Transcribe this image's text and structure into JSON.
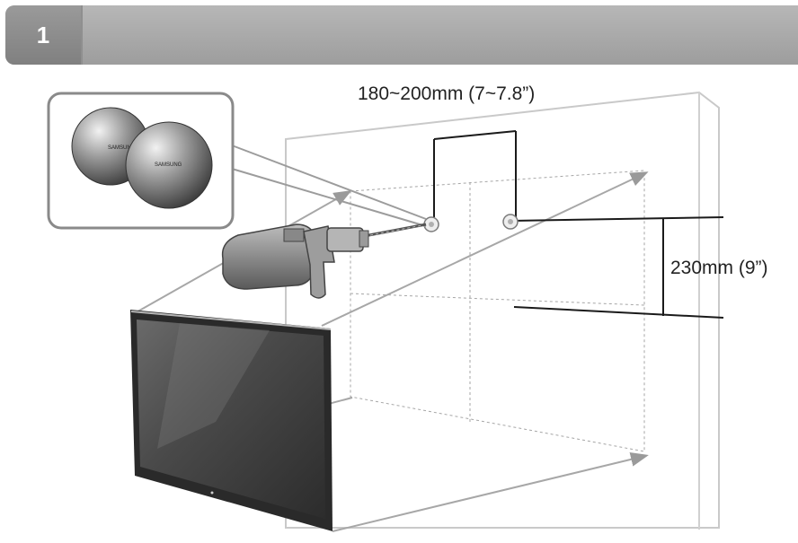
{
  "header": {
    "step_number": "1"
  },
  "dimensions": {
    "horizontal": "180~200mm (7~7.8”)",
    "vertical": "230mm (9”)"
  },
  "callout": {
    "cap_brand_left": "SAMSUNG",
    "cap_brand_right": "SAMSUNG"
  },
  "colors": {
    "header": "#a8a8a8",
    "badge": "#8c8c8c",
    "wall": "#c8c8c8",
    "arrow": "#9a9a9a"
  }
}
